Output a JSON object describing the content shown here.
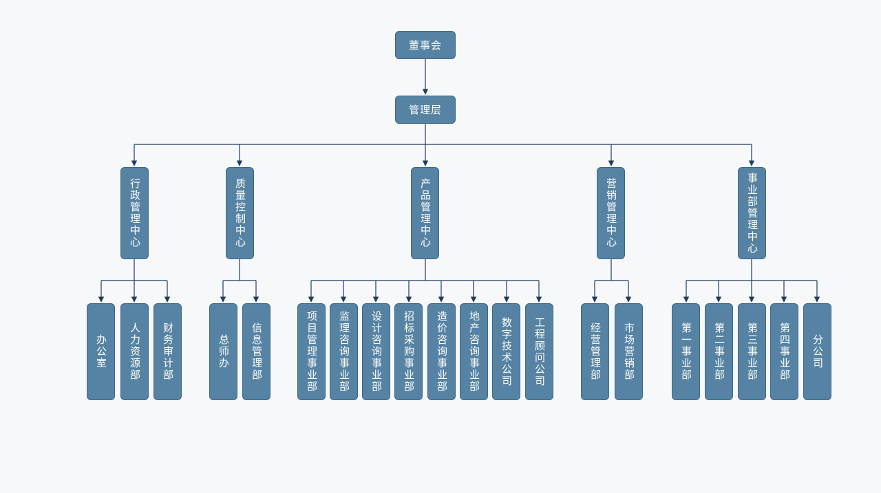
{
  "colors": {
    "node_fill": "#5683a3",
    "node_border": "#3d6785",
    "connector": "#1f3a5f",
    "text": "#ffffff",
    "background": "#f7f8f9"
  },
  "org": {
    "root": "董事会",
    "management": "管理层",
    "centers": [
      {
        "name": "行政管理中心",
        "departments": [
          "办公室",
          "人力资源部",
          "财务审计部"
        ]
      },
      {
        "name": "质量控制中心",
        "departments": [
          "总师办",
          "信息管理部"
        ]
      },
      {
        "name": "产品管理中心",
        "departments": [
          "项目管理事业部",
          "监理咨询事业部",
          "设计咨询事业部",
          "招标采购事业部",
          "造价咨询事业部",
          "地产咨询事业部",
          "数字技术公司",
          "工程顾问公司"
        ]
      },
      {
        "name": "营销管理中心",
        "departments": [
          "经营管理部",
          "市场营销部"
        ]
      },
      {
        "name": "事业部管理中心",
        "departments": [
          "第一事业部",
          "第二事业部",
          "第三事业部",
          "第四事业部",
          "分公司"
        ]
      }
    ]
  }
}
